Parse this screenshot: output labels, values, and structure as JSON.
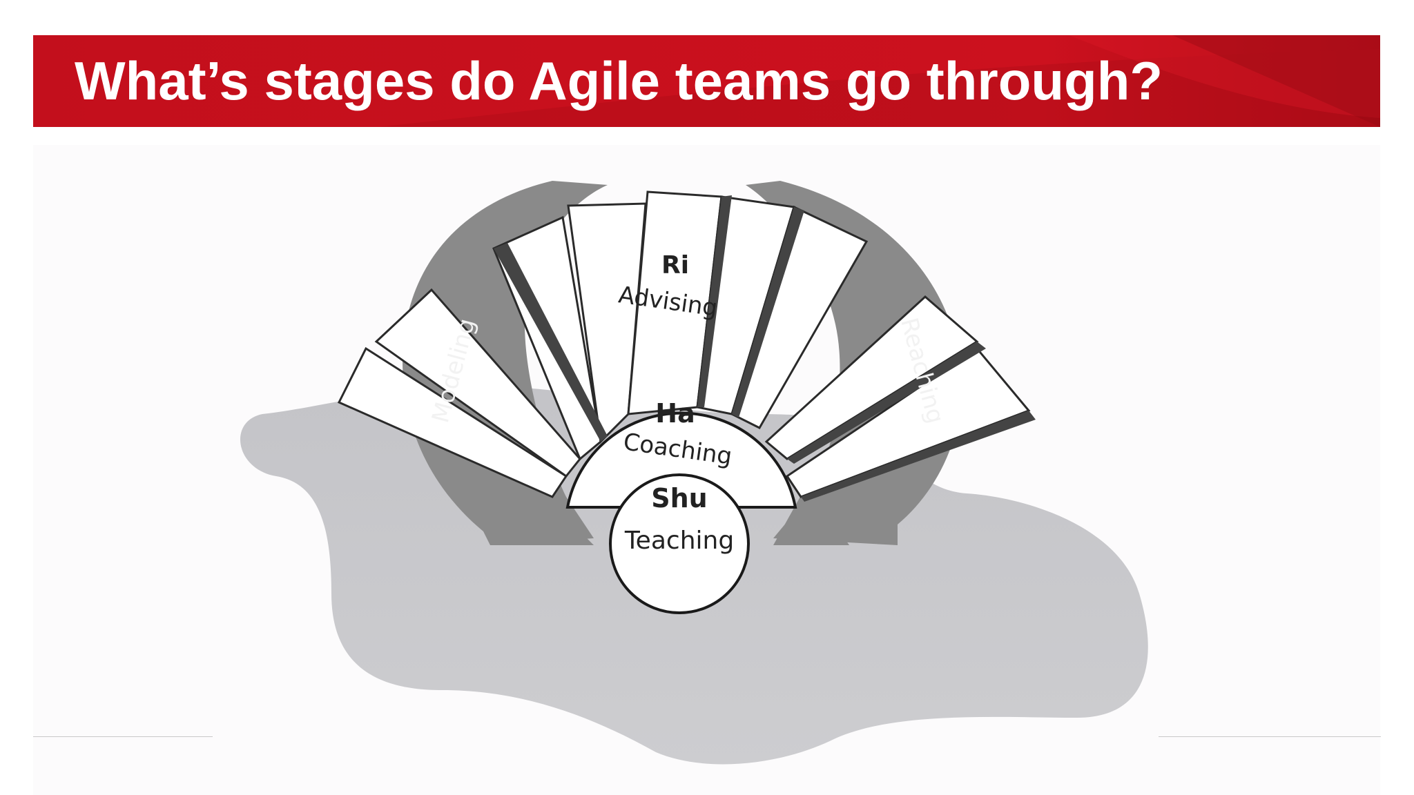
{
  "slide": {
    "title": "What’s stages do Agile teams go through?",
    "banner_color": "#c8101d"
  },
  "diagram": {
    "stages": [
      {
        "name": "Shu",
        "role": "Teaching"
      },
      {
        "name": "Ha",
        "role": "Coaching"
      },
      {
        "name": "Ri",
        "role": "Advising"
      }
    ],
    "arrows": {
      "left_label": "Modeling",
      "right_label": "Reaching"
    }
  }
}
